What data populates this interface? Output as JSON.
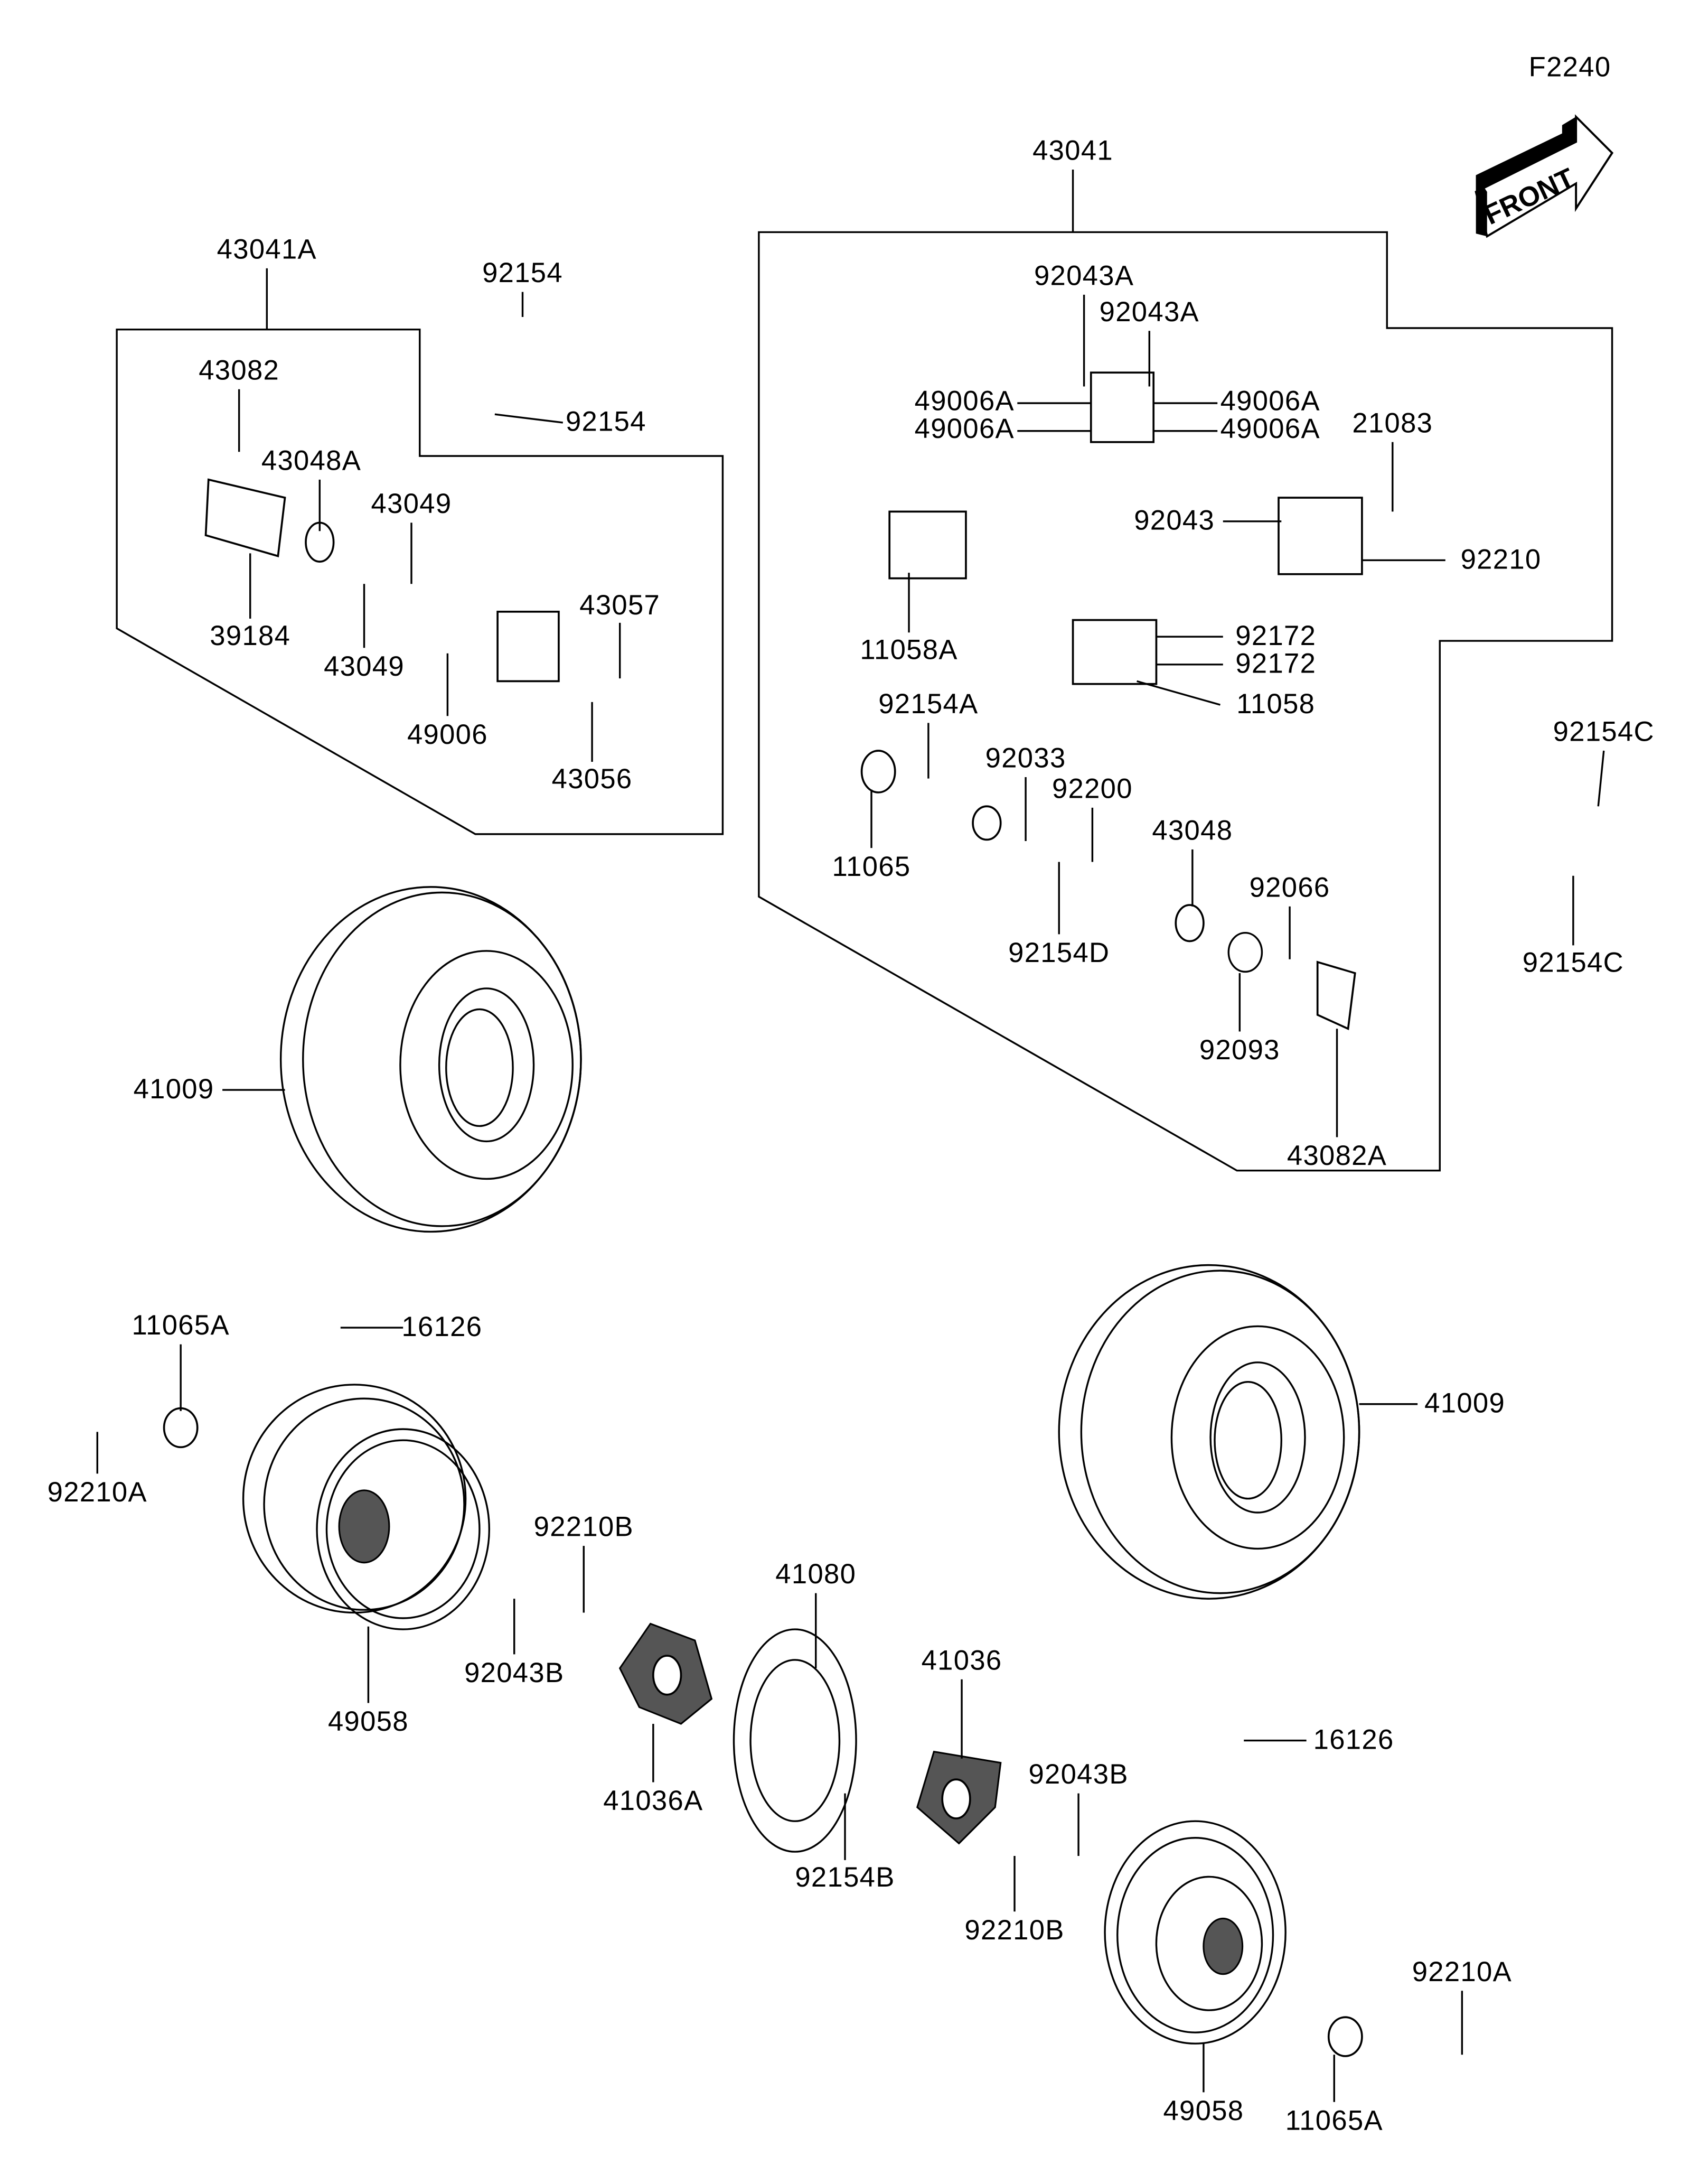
{
  "diagram": {
    "figure_code": "F2240",
    "front_arrow_text": "FRONT",
    "labels": [
      "43041",
      "43041A",
      "92154",
      "92154",
      "43082",
      "43048A",
      "43049",
      "43049",
      "39184",
      "43057",
      "49006",
      "43056",
      "92043A",
      "92043A",
      "49006A",
      "49006A",
      "49006A",
      "49006A",
      "21083",
      "92043",
      "92210",
      "11058A",
      "92172",
      "92172",
      "11058",
      "92154A",
      "92033",
      "92200",
      "43048",
      "92066",
      "11065",
      "92154D",
      "92093",
      "43082A",
      "92154C",
      "92154C",
      "41009",
      "41009",
      "11065A",
      "16126",
      "92210A",
      "92210B",
      "41080",
      "41036",
      "92043B",
      "49058",
      "16126",
      "41036A",
      "92043B",
      "92154B",
      "92210B",
      "92210A",
      "11065A",
      "49058"
    ]
  }
}
